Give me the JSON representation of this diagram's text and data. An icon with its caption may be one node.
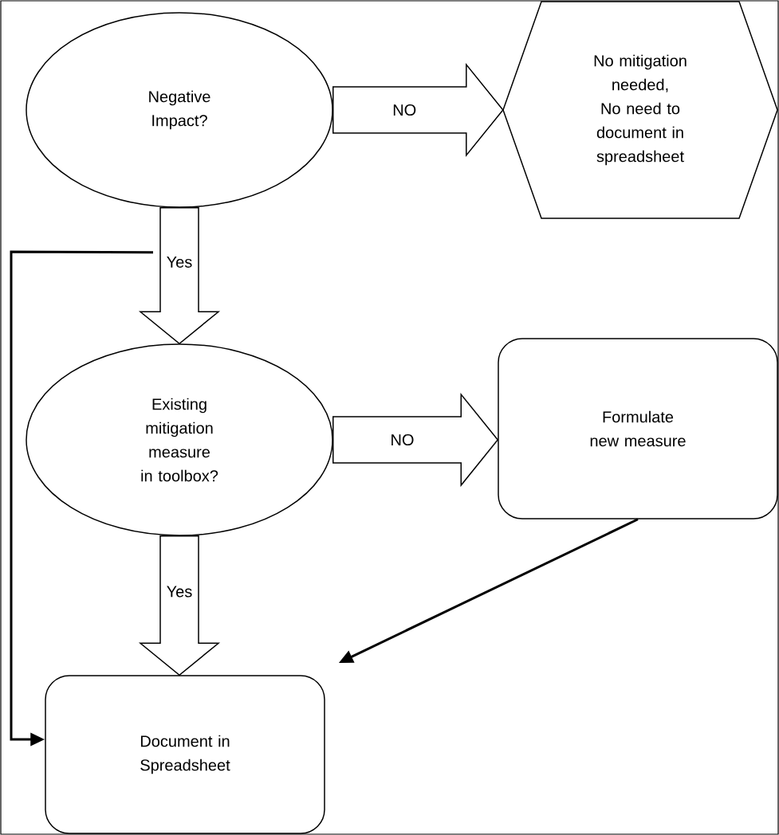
{
  "diagram": {
    "nodes": [
      {
        "text": [
          "Negative Impact?"
        ]
      },
      {
        "text": [
          "No mitigation needed, No need to document in spreadsheet"
        ]
      },
      {
        "text": [
          "Existing mitigation measure in toolbox?"
        ]
      },
      {
        "text": [
          "Formulate new measure"
        ]
      },
      {
        "text": [
          "Document in Spreadsheet"
        ]
      }
    ],
    "edges": [
      {
        "from": 0,
        "to": 1,
        "arrow": "to",
        "label": "NO"
      },
      {
        "from": 0,
        "to": 2,
        "arrow": "to",
        "label": "Yes"
      },
      {
        "from": 2,
        "to": 3,
        "arrow": "to",
        "label": "NO"
      },
      {
        "from": 2,
        "to": 4,
        "arrow": "to",
        "label": "Yes"
      },
      {
        "from": 3,
        "to": 4,
        "arrow": "to"
      },
      {
        "from": 0,
        "to": 4,
        "arrow": "to"
      }
    ]
  }
}
